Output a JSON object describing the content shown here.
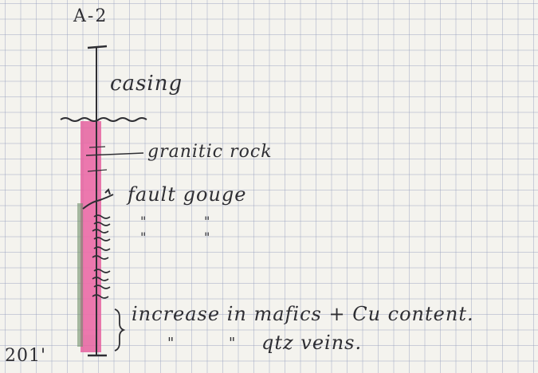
{
  "hole": {
    "id": "A-2",
    "total_depth": "201'"
  },
  "labels": {
    "casing": "casing",
    "granitic_rock": "granitic rock",
    "fault_gouge": "fault gouge",
    "ditto": "\"",
    "mafics": "increase in mafics + Cu content.",
    "qtz_veins": "qtz veins."
  },
  "colors": {
    "paper": "#f4f3ee",
    "grid": "#9aa0be",
    "ink": "#2e2e33",
    "granite_fill": "#e0559a",
    "mafic_fill": "#6f8f6a"
  }
}
